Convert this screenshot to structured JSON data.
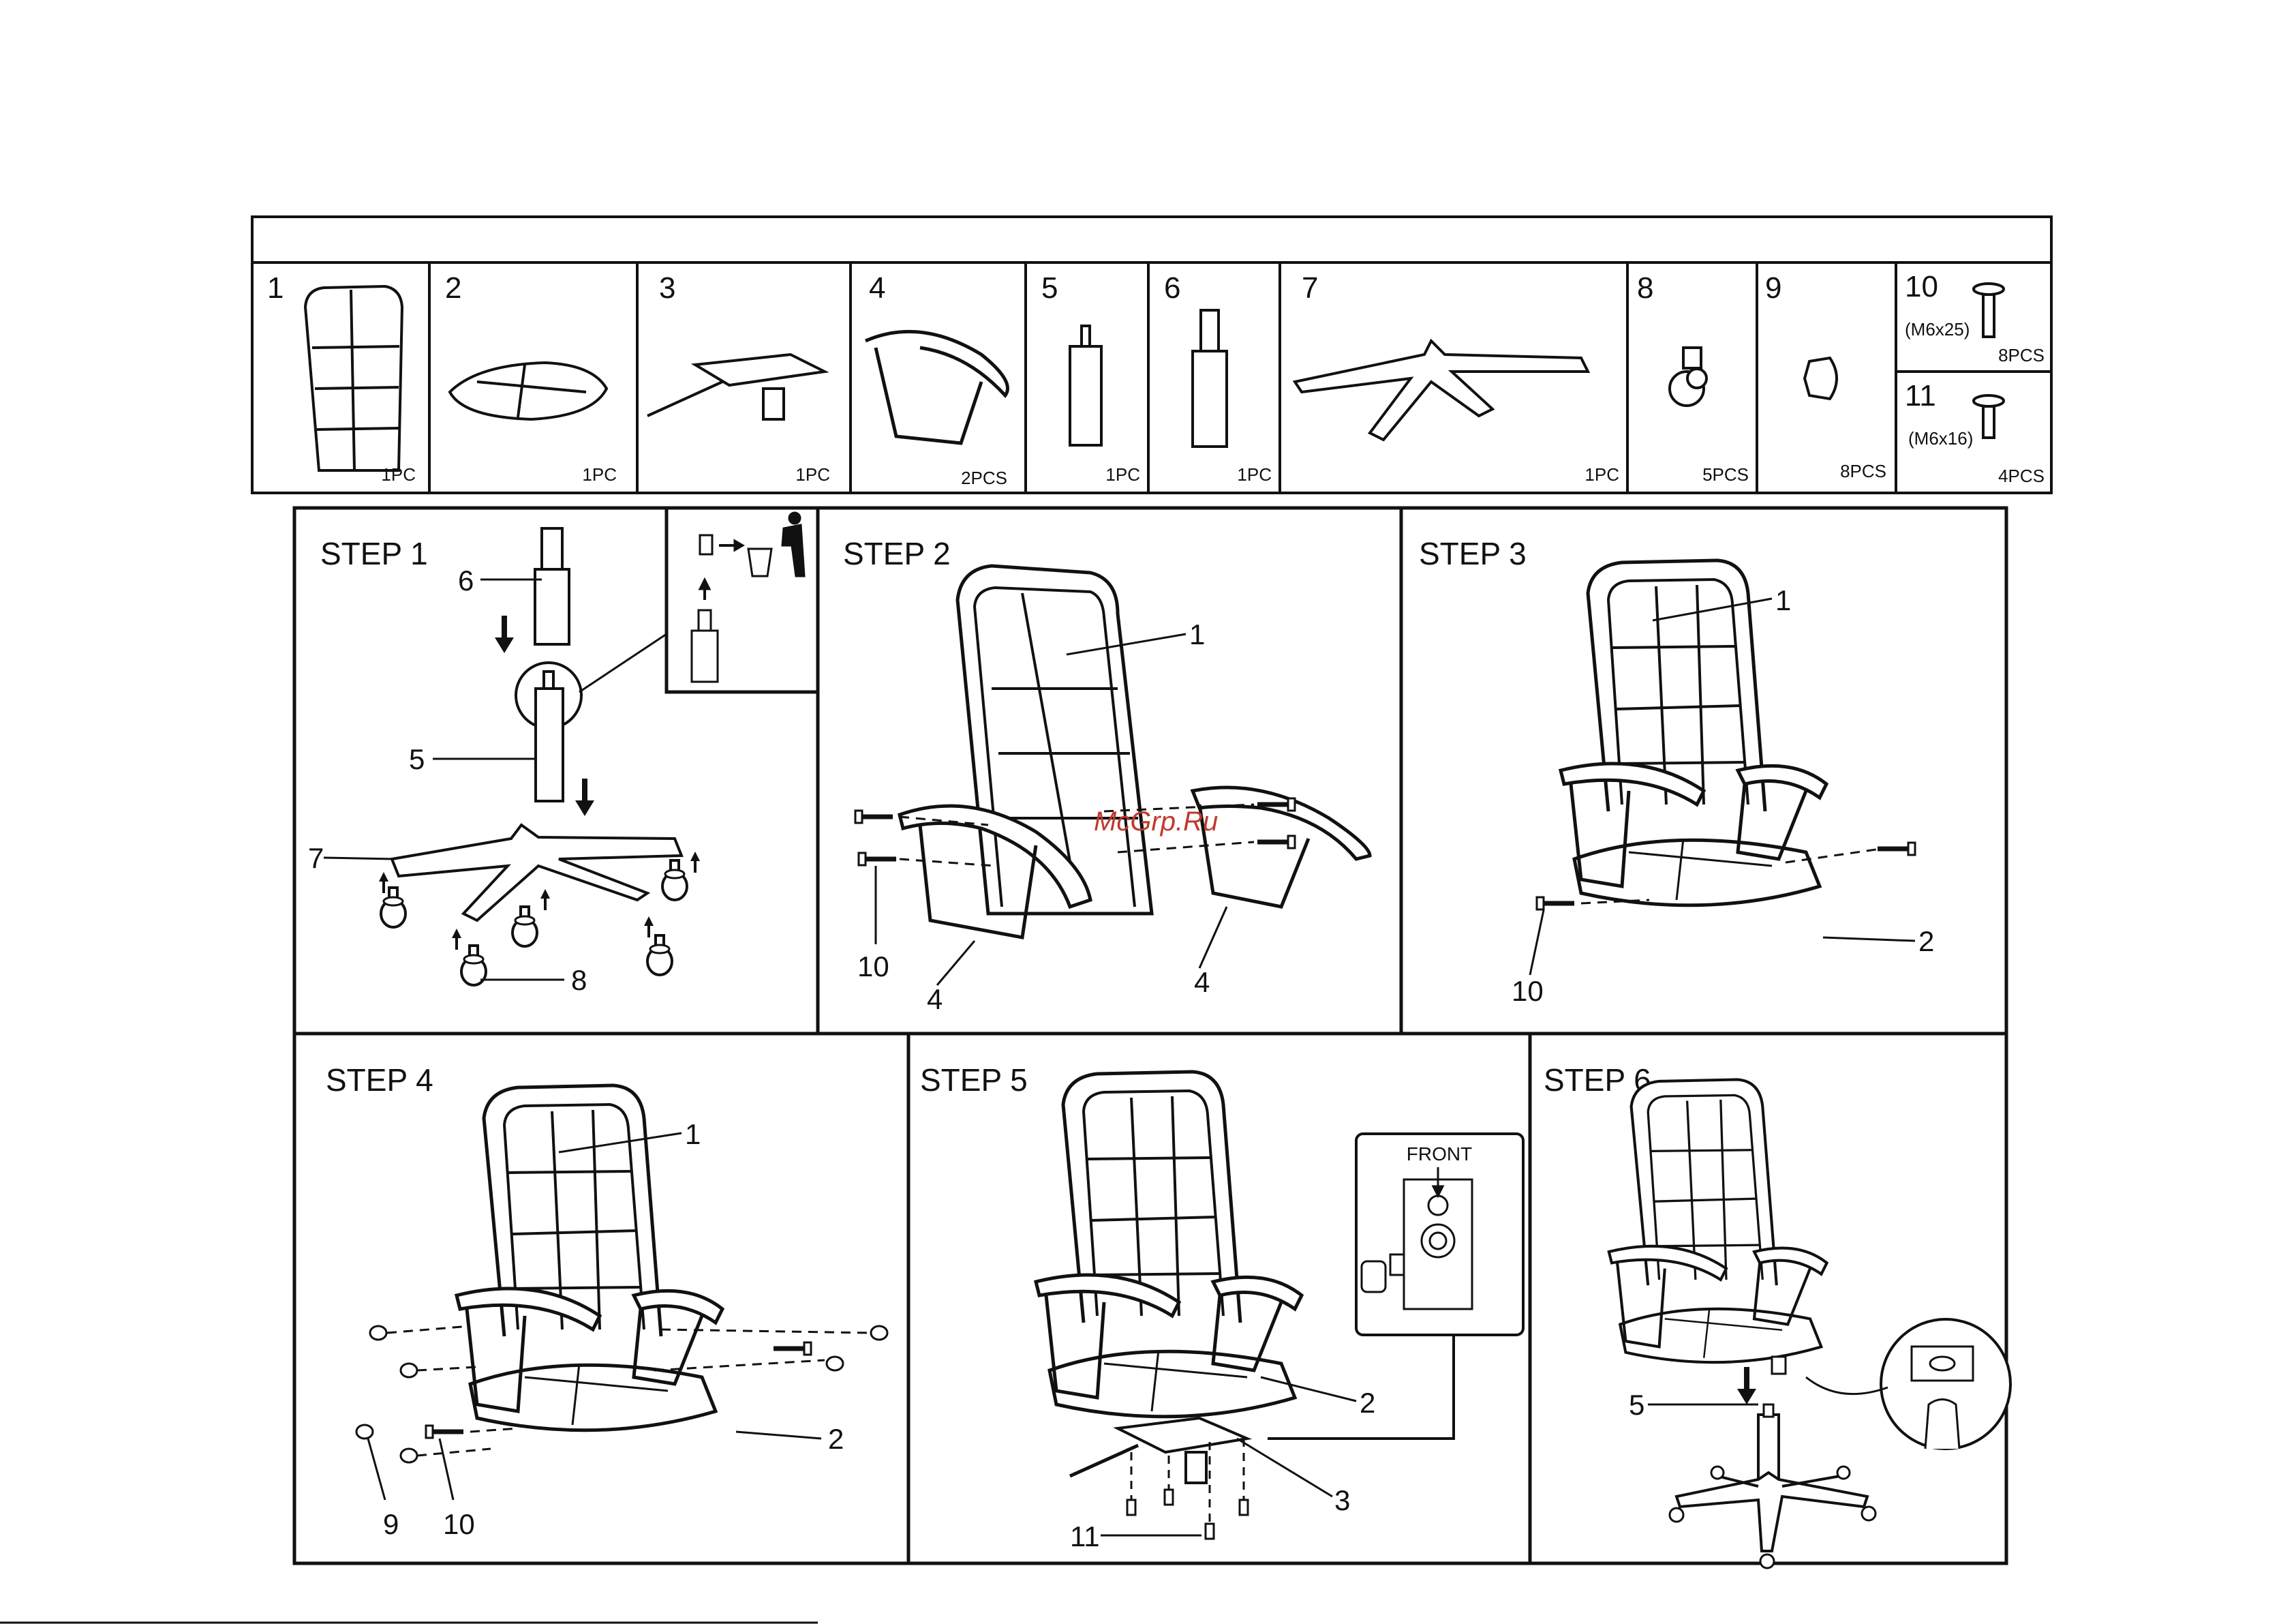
{
  "parts": [
    {
      "num": "1",
      "qty": "1PC"
    },
    {
      "num": "2",
      "qty": "1PC"
    },
    {
      "num": "3",
      "qty": "1PC"
    },
    {
      "num": "4",
      "qty": "2PCS"
    },
    {
      "num": "5",
      "qty": "1PC"
    },
    {
      "num": "6",
      "qty": "1PC"
    },
    {
      "num": "7",
      "qty": "1PC"
    },
    {
      "num": "8",
      "qty": "5PCS"
    },
    {
      "num": "9",
      "qty": "8PCS"
    },
    {
      "num": "10",
      "spec": "(M6x25)",
      "qty": "8PCS"
    },
    {
      "num": "11",
      "spec": "(M6x16)",
      "qty": "4PCS"
    }
  ],
  "steps": [
    {
      "title": "STEP 1"
    },
    {
      "title": "STEP 2"
    },
    {
      "title": "STEP 3"
    },
    {
      "title": "STEP 4"
    },
    {
      "title": "STEP 5",
      "front_label": "FRONT"
    },
    {
      "title": "STEP 6"
    }
  ],
  "callouts": {
    "s1": [
      "6",
      "5",
      "7",
      "8"
    ],
    "s2": [
      "1",
      "10",
      "4",
      "4"
    ],
    "s3": [
      "1",
      "2",
      "10"
    ],
    "s4": [
      "1",
      "2",
      "9",
      "10"
    ],
    "s5": [
      "2",
      "3",
      "11"
    ],
    "s6": [
      "5"
    ]
  },
  "watermark": "McGrp.Ru",
  "colors": {
    "line": "#111111",
    "watermark": "#c0392b"
  }
}
